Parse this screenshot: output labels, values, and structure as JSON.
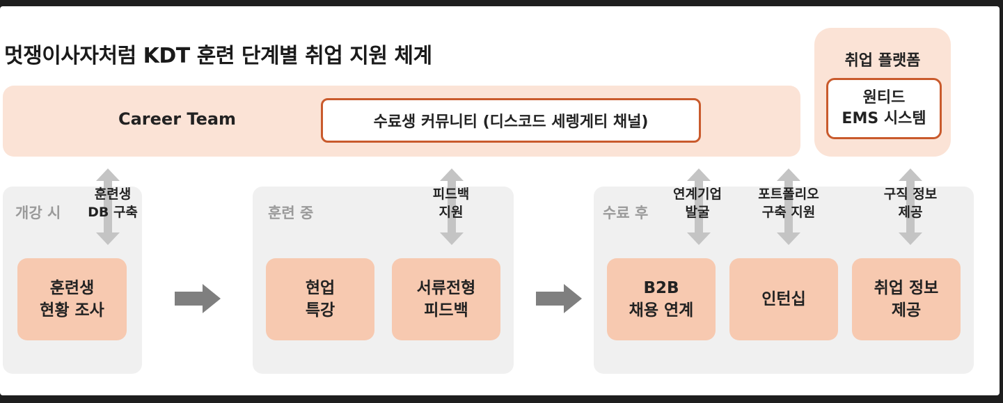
{
  "title": "멋쟁이사자처럼 KDT 훈련 단계별 취업 지원 체계",
  "career_team": {
    "label": "Career Team",
    "community": "수료생 커뮤니티 (디스코드 세렝게티 채널)"
  },
  "platform": {
    "label": "취업 플랫폼",
    "box_line1": "원티드",
    "box_line2": "EMS 시스템"
  },
  "stages": {
    "before": {
      "label": "개강 시",
      "connector": [
        "훈련생",
        "DB 구축"
      ],
      "steps": [
        [
          "훈련생",
          "현황 조사"
        ]
      ]
    },
    "during": {
      "label": "훈련 중",
      "connector": [
        "피드백",
        "지원"
      ],
      "steps": [
        [
          "현업",
          "특강"
        ],
        [
          "서류전형",
          "피드백"
        ]
      ]
    },
    "after": {
      "label": "수료 후",
      "connectors": [
        [
          "연계기업",
          "발굴"
        ],
        [
          "포트폴리오",
          "구축 지원"
        ],
        [
          "구직 정보",
          "제공"
        ]
      ],
      "steps": [
        [
          "B2B",
          "채용 연계"
        ],
        [
          "인턴십"
        ],
        [
          "취업 정보",
          "제공"
        ]
      ]
    }
  },
  "colors": {
    "band": "#fbe3d6",
    "accent_border": "#c95a2c",
    "step_fill": "#f7c9b0",
    "stage_fill": "#f0f0f0",
    "arrow": "#c4c4c4",
    "flow_arrow": "#7f7f7f"
  }
}
